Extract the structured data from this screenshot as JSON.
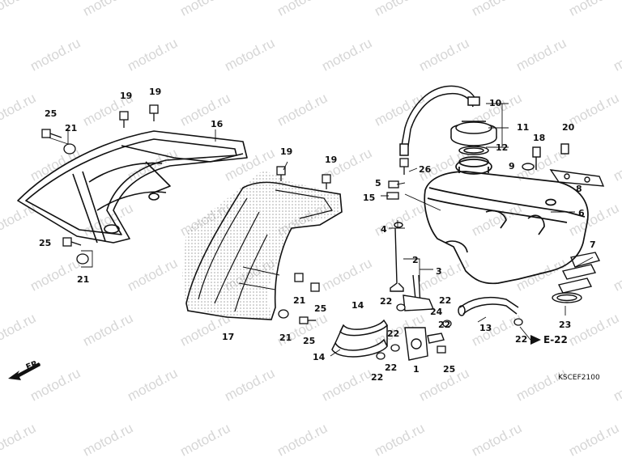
{
  "watermark": {
    "text": "motod.ru"
  },
  "diagram": {
    "code": "KSCEF2100",
    "ref": "E-22",
    "front_marker": "FR."
  },
  "callouts": {
    "c1": "1",
    "c2": "2",
    "c3": "3",
    "c4": "4",
    "c5": "5",
    "c6": "6",
    "c7": "7",
    "c8": "8",
    "c9": "9",
    "c10": "10",
    "c11": "11",
    "c12": "12",
    "c13": "13",
    "c14a": "14",
    "c14b": "14",
    "c15": "15",
    "c16": "16",
    "c17": "17",
    "c18": "18",
    "c19a": "19",
    "c19b": "19",
    "c19c": "19",
    "c19d": "19",
    "c20": "20",
    "c21a": "21",
    "c21b": "21",
    "c21c": "21",
    "c21d": "21",
    "c22a": "22",
    "c22b": "22",
    "c22c": "22",
    "c22d": "22",
    "c22e": "22",
    "c22f": "22",
    "c22g": "22",
    "c23": "23",
    "c24": "24",
    "c25a": "25",
    "c25b": "25",
    "c25c": "25",
    "c25d": "25",
    "c25e": "25",
    "c26": "26"
  }
}
